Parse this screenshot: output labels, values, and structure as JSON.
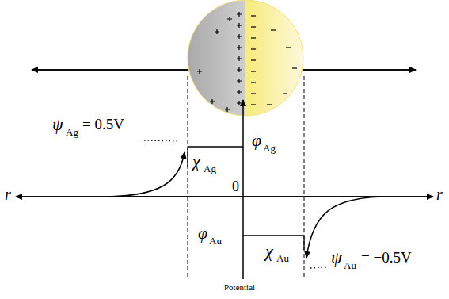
{
  "diagram": {
    "labels": [
      "ψ",
      "Ag",
      "= 0.5V",
      "χ",
      "Ag",
      "φ",
      "Ag",
      "0",
      "φ",
      "Au",
      "χ",
      "Au",
      "ψ",
      "Au",
      "= −0.5V",
      "r",
      "r",
      "Potential"
    ]
  }
}
